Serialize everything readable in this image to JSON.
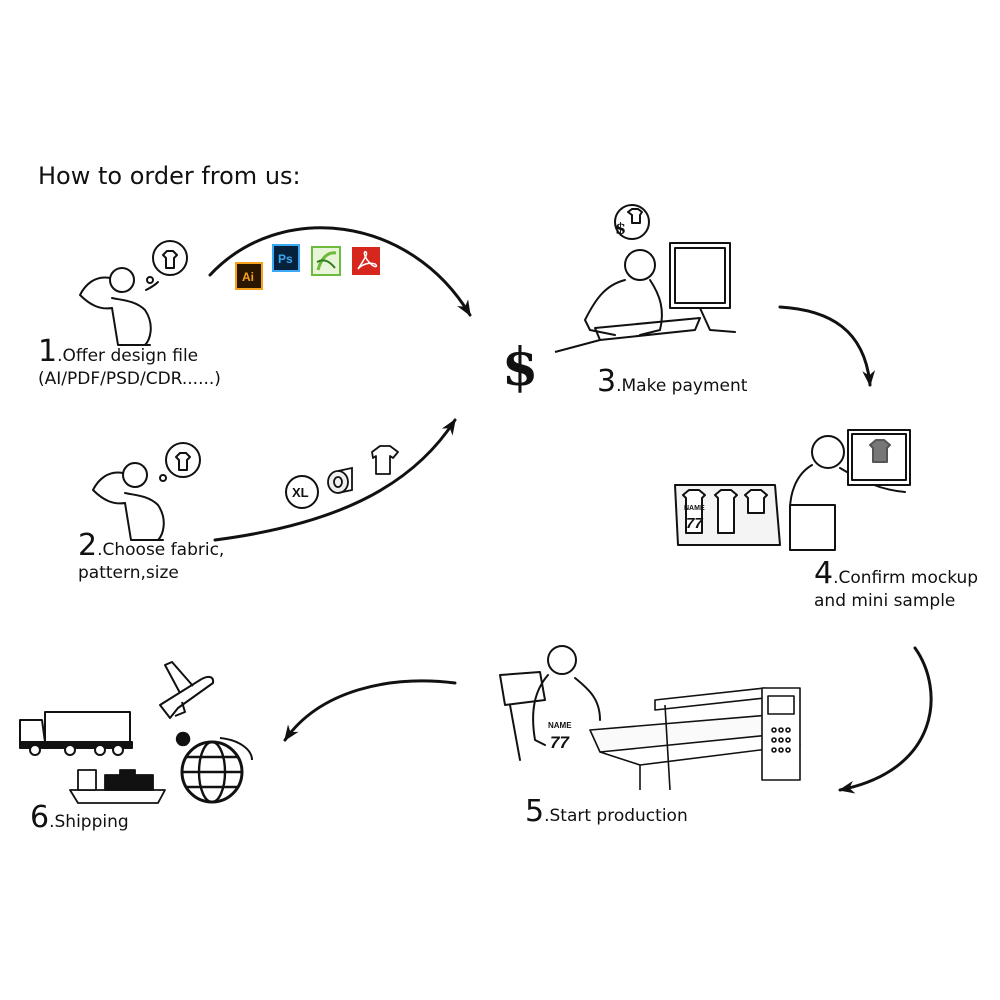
{
  "title": "How to order from us:",
  "steps": [
    {
      "num": "1",
      "text": ".Offer design file",
      "line2": "(AI/PDF/PSD/CDR......)"
    },
    {
      "num": "2",
      "text": ".Choose fabric,",
      "line2": "pattern,size"
    },
    {
      "num": "3",
      "text": ".Make payment"
    },
    {
      "num": "4",
      "text": ".Confirm mockup",
      "line2": "and mini sample"
    },
    {
      "num": "5",
      "text": ".Start production"
    },
    {
      "num": "6",
      "text": ".Shipping"
    }
  ],
  "file_badges": [
    "Ai",
    "Ps"
  ],
  "dollar_sign": "$",
  "size_badge": "XL",
  "jersey": {
    "name": "NAME",
    "number": "77"
  },
  "icons": [
    "thinking-person-icon",
    "adobe-illustrator-icon",
    "photoshop-icon",
    "coreldraw-icon",
    "pdf-icon",
    "dollar-icon",
    "computer-user-icon",
    "size-xl-icon",
    "fabric-roll-icon",
    "tshirt-icon",
    "sewing-worker-icon",
    "printing-machine-icon",
    "truck-icon",
    "airplane-icon",
    "cargo-ship-icon",
    "globe-icon"
  ],
  "colors": {
    "ai": "#f7a21b",
    "ai_bg": "#2b1600",
    "ps": "#39a9f5",
    "ps_bg": "#06213b",
    "cdr": "#6dbb3c",
    "pdf": "#d7261e"
  }
}
